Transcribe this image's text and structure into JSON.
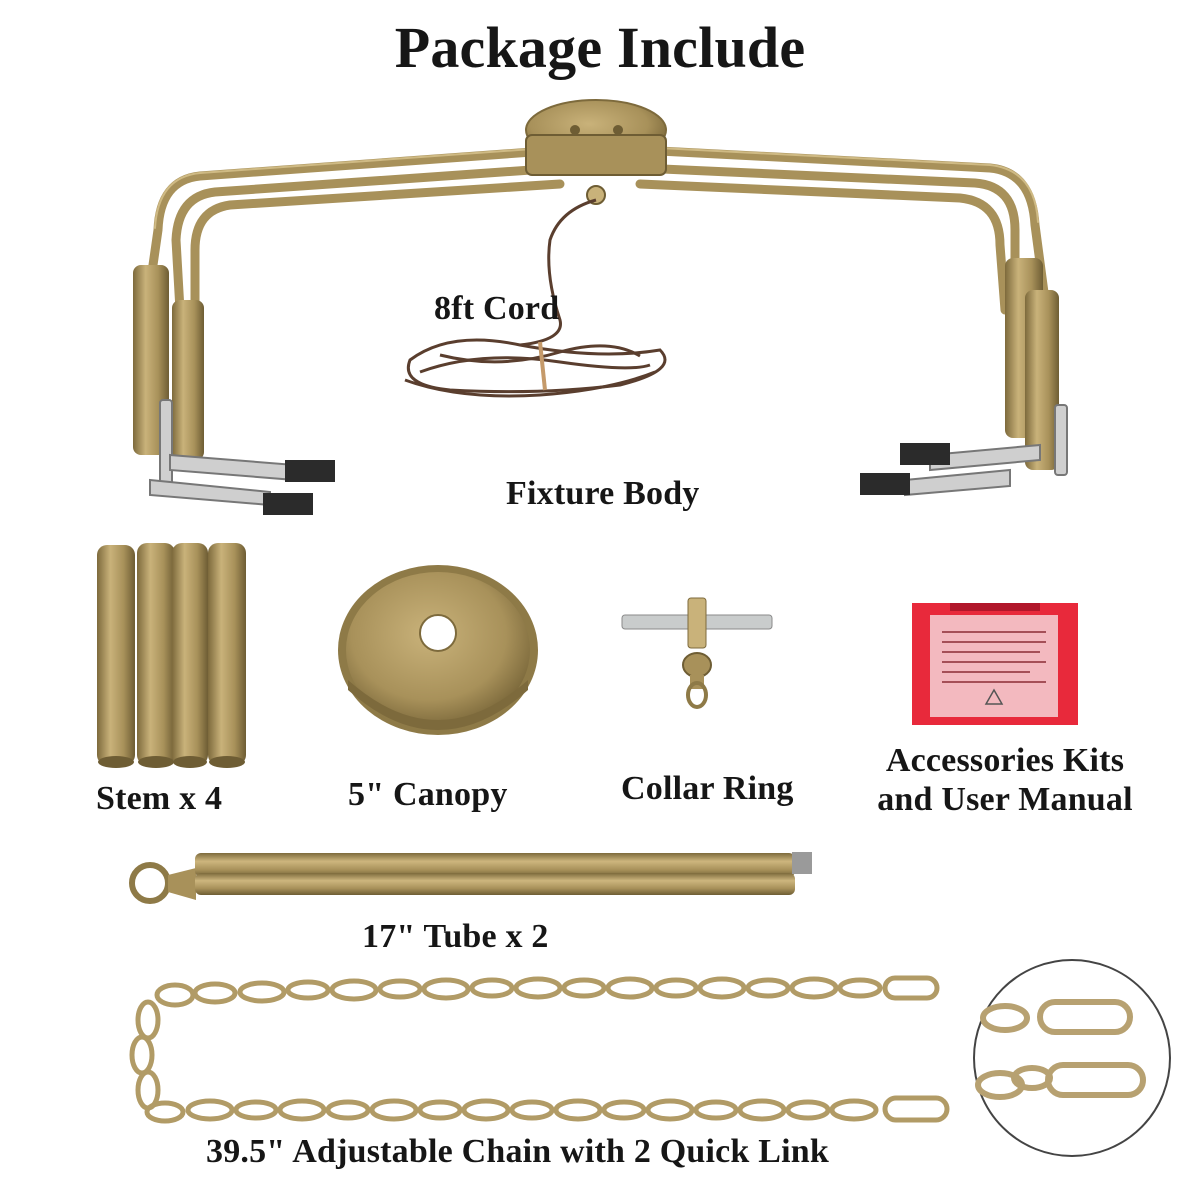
{
  "title": "Package Include",
  "items": {
    "cord": "8ft Cord",
    "fixture_body": "Fixture Body",
    "stem": "Stem x 4",
    "canopy": "5\" Canopy",
    "collar_ring": "Collar Ring",
    "accessories_line1": "Accessories Kits",
    "accessories_line2": "and User Manual",
    "tube": "17\" Tube x 2",
    "chain": "39.5\" Adjustable Chain with 2 Quick Link"
  },
  "colors": {
    "brass": "#a8915a",
    "brass_light": "#c9b27a",
    "brass_dark": "#7d6a3c",
    "cord": "#5a3e2e",
    "manual_red": "#e8293b",
    "manual_card": "#f3b9bf",
    "text": "#161616"
  },
  "icons": [
    "fixture-body-image",
    "cord-image",
    "stem-image",
    "canopy-image",
    "collar-ring-image",
    "manual-image",
    "tube-image",
    "chain-image",
    "quick-link-detail-image"
  ]
}
